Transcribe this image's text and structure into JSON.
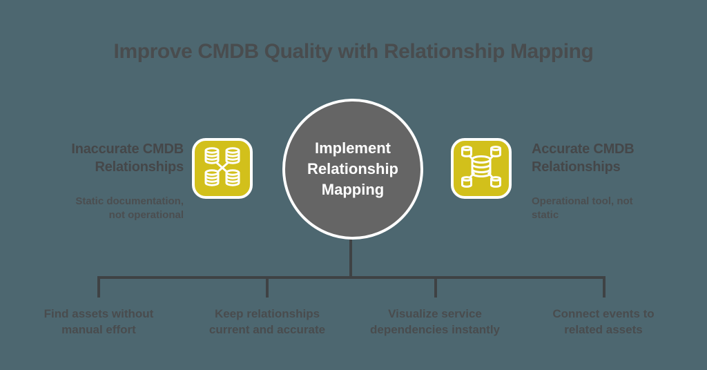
{
  "title": "Improve CMDB Quality with Relationship Mapping",
  "left": {
    "heading": "Inaccurate CMDB\nRelationships",
    "subtitle": "Static documentation,\nnot operational",
    "icon": "crossed-databases-icon"
  },
  "center": {
    "label": "Implement\nRelationship\nMapping"
  },
  "right": {
    "heading": "Accurate CMDB\nRelationships",
    "subtitle": "Operational tool, not\nstatic",
    "icon": "database-hub-icon"
  },
  "benefits": [
    "Find assets without\nmanual effort",
    "Keep relationships\ncurrent and accurate",
    "Visualize service\ndependencies instantly",
    "Connect events to\nrelated assets"
  ],
  "colors": {
    "background": "#4d6770",
    "accent_yellow": "#d2c01b",
    "circle_gray": "#656565",
    "connector_line": "#3f4244",
    "text_dark": "#494c4e",
    "text_white": "#ffffff"
  }
}
